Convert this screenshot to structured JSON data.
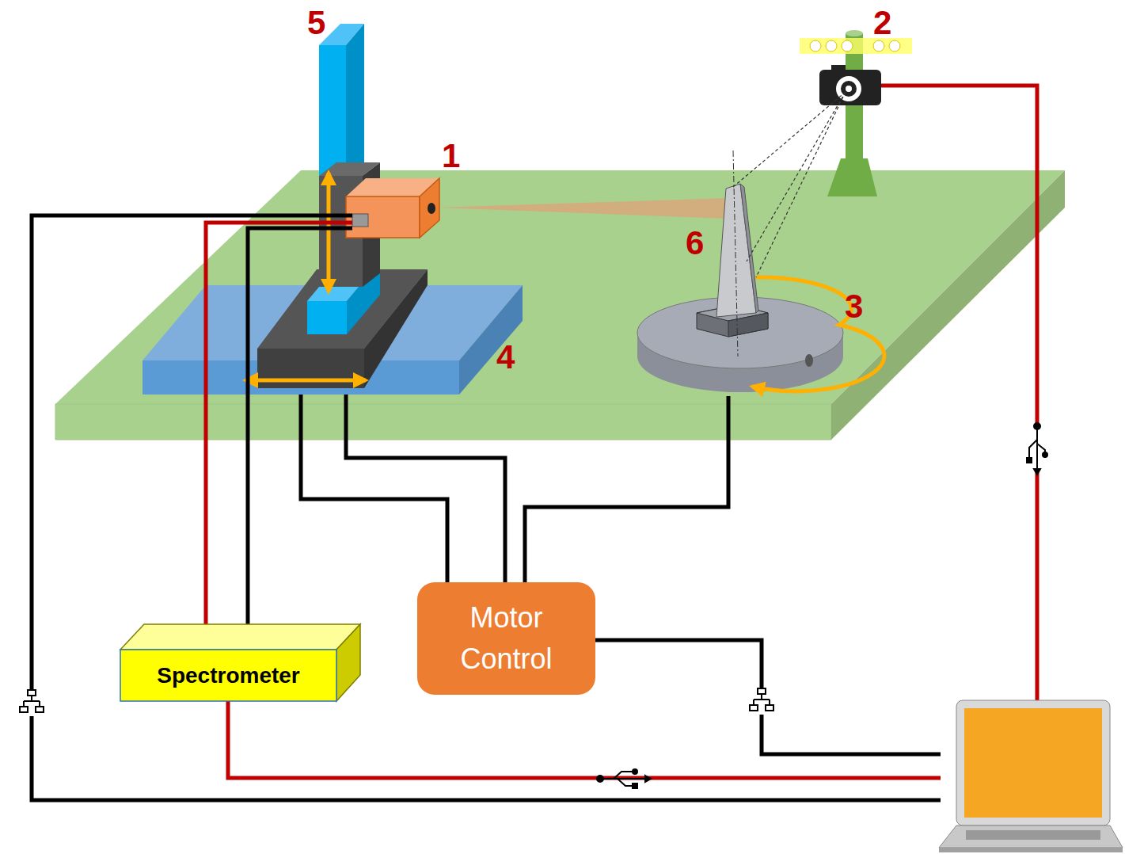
{
  "diagram": {
    "nodes": [
      {
        "text": [
          "Spectrometer"
        ]
      },
      {
        "text": [
          "Motor Control"
        ]
      }
    ],
    "labels": [
      "5",
      "2",
      "1",
      "6",
      "3",
      "4"
    ]
  }
}
